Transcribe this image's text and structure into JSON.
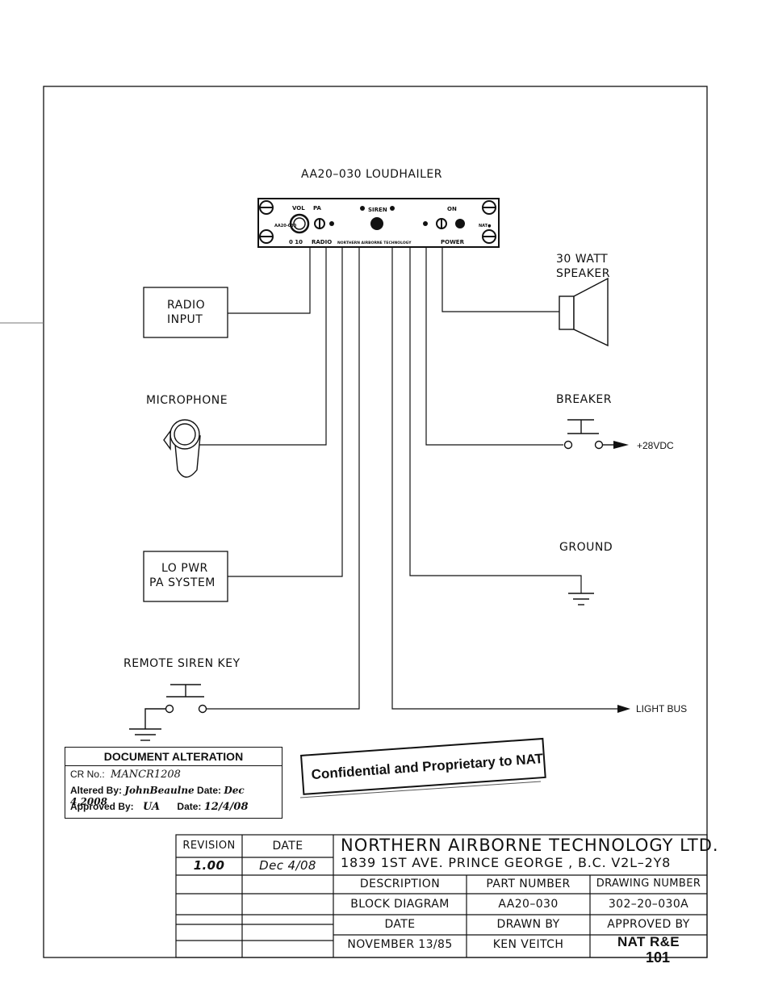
{
  "title": "AA20–030 LOUDHAILER",
  "panel": {
    "vol": "VOL",
    "pa": "PA",
    "siren": "SIREN",
    "on": "ON",
    "model": "AA20-030",
    "nat": "NAT●",
    "scale": "0  10",
    "radio": "RADIO",
    "maker": "NORTHERN AIRBORNE TECHNOLOGY",
    "power": "POWER"
  },
  "components": {
    "radio_input": [
      "RADIO",
      "INPUT"
    ],
    "speaker": [
      "30 WATT",
      "SPEAKER"
    ],
    "microphone": "MICROPHONE",
    "breaker": "BREAKER",
    "supply": "+28VDC",
    "lo_pwr": [
      "LO PWR",
      "PA SYSTEM"
    ],
    "ground": "GROUND",
    "remote_siren": "REMOTE SIREN KEY",
    "light_bus": "LIGHT BUS"
  },
  "alteration": {
    "title": "DOCUMENT ALTERATION",
    "cr_label": "CR No.:",
    "cr_value": "MANCR1208",
    "altered_label": "Altered By:",
    "altered_value": "JohnBeaulne",
    "altered_date_label": "Date:",
    "altered_date_value": "Dec 4,2008",
    "approved_label": "Approved By:",
    "approved_value": "UA",
    "approved_date_label": "Date:",
    "approved_date_value": "12/4/08"
  },
  "stamp": "Confidential and Proprietary to NAT",
  "title_block": {
    "revision_label": "REVISION",
    "date_label": "DATE",
    "revision_value": "1.00",
    "revision_date": "Dec 4/08",
    "company": "NORTHERN AIRBORNE TECHNOLOGY LTD.",
    "address": "1839 1ST AVE. PRINCE GEORGE , B.C. V2L–2Y8",
    "description_label": "DESCRIPTION",
    "part_number_label": "PART NUMBER",
    "drawing_number_label": "DRAWING NUMBER",
    "description": "BLOCK DIAGRAM",
    "part_number": "AA20–030",
    "drawing_number": "302–20–030A",
    "date2_label": "DATE",
    "drawn_by_label": "DRAWN BY",
    "approved_by_label": "APPROVED BY",
    "date2": "NOVEMBER 13/85",
    "drawn_by": "KEN VEITCH",
    "approved_by": "NAT R&E",
    "sheet": "101"
  }
}
